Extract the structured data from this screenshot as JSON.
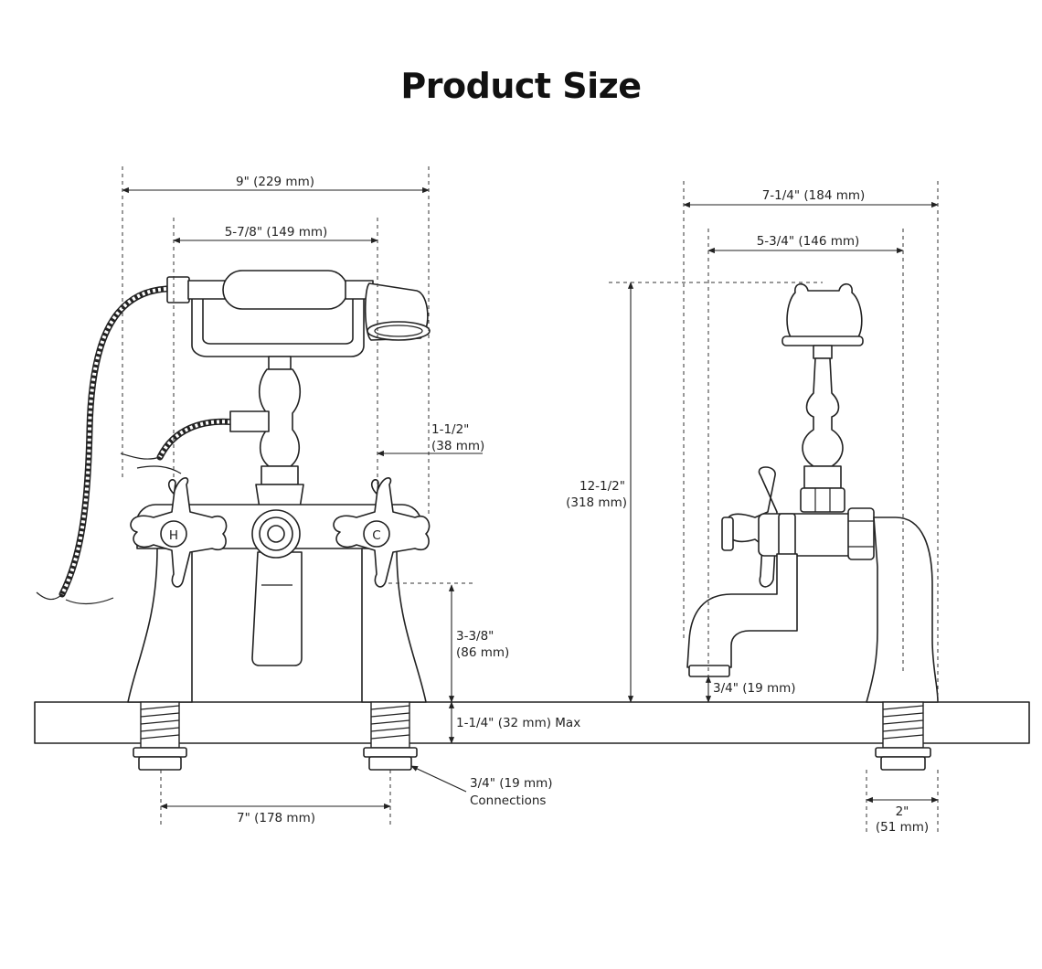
{
  "title": "Product Size",
  "front_view": {
    "overall_width": "9\" (229 mm)",
    "handset_width": "5-7/8\" (149 mm)",
    "handle_offset_in": "1-1/2\"",
    "handle_offset_mm": "(38 mm)",
    "spout_height_in": "3-3/8\"",
    "spout_height_mm": "(86 mm)",
    "deck_thickness": "1-1/4\" (32 mm) Max",
    "connections_size": "3/4\" (19 mm)",
    "connections_label": "Connections",
    "center_spacing": "7\" (178 mm)",
    "hot_letter": "H",
    "cold_letter": "C"
  },
  "side_view": {
    "overall_depth": "7-1/4\" (184 mm)",
    "body_depth": "5-3/4\" (146 mm)",
    "total_height_in": "12-1/2\"",
    "total_height_mm": "(318 mm)",
    "spout_clearance": "3/4\" (19 mm)",
    "base_width_in": "2\"",
    "base_width_mm": "(51 mm)"
  }
}
